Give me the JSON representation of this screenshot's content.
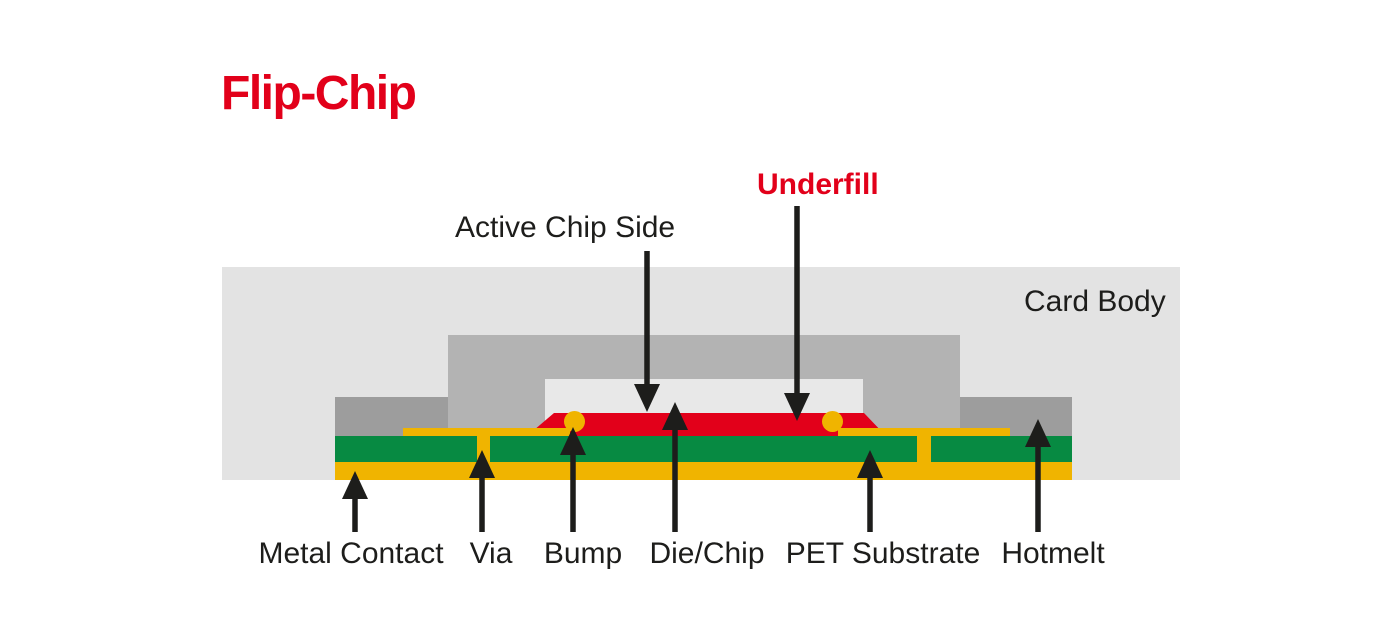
{
  "title": "Flip-Chip",
  "labels": {
    "active_chip_side": "Active Chip Side",
    "underfill": "Underfill",
    "card_body": "Card Body",
    "metal_contact": "Metal Contact",
    "via": "Via",
    "bump": "Bump",
    "die_chip": "Die/Chip",
    "pet_substrate": "PET Substrate",
    "hotmelt": "Hotmelt"
  },
  "colors": {
    "accent_red": "#e2001a",
    "substrate_green": "#078a42",
    "metal_amber": "#f0b400",
    "card_body_gray": "#e3e3e3",
    "mold_gray": "#b3b3b3",
    "hotmelt_gray": "#9d9d9d",
    "cavity_gray": "#e8e8e8",
    "text_dark": "#1d1d1b"
  }
}
